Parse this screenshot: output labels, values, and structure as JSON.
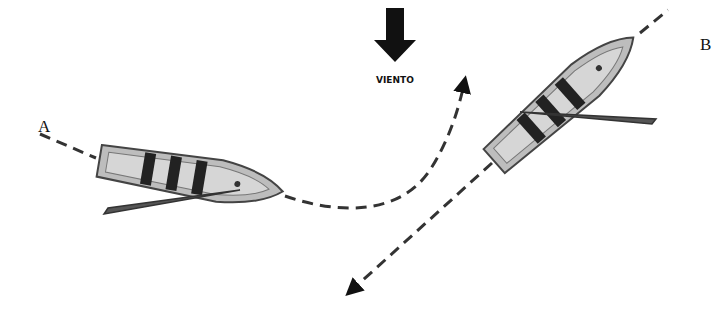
{
  "diagram": {
    "labels": [
      "VIENTO",
      "A",
      "B"
    ]
  }
}
